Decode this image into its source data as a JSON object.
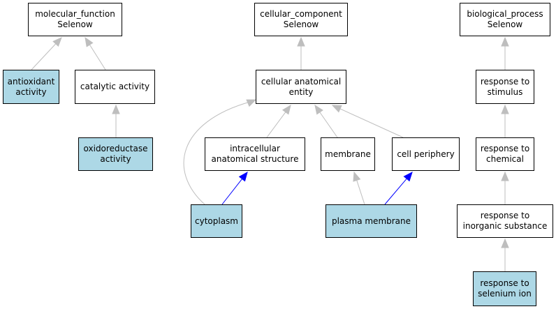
{
  "colors": {
    "highlight": "#add8e6",
    "edge_gray": "#bebebe",
    "edge_blue": "#0000ff"
  },
  "nodes": {
    "mf": {
      "label": "molecular_function\nSelenow",
      "highlight": false
    },
    "antiox": {
      "label": "antioxidant\nactivity",
      "highlight": true
    },
    "catalytic": {
      "label": "catalytic activity",
      "highlight": false
    },
    "oxidored": {
      "label": "oxidoreductase\nactivity",
      "highlight": true
    },
    "cc": {
      "label": "cellular_component\nSelenow",
      "highlight": false
    },
    "cae": {
      "label": "cellular anatomical\nentity",
      "highlight": false
    },
    "ias": {
      "label": "intracellular\nanatomical structure",
      "highlight": false
    },
    "membrane": {
      "label": "membrane",
      "highlight": false
    },
    "periphery": {
      "label": "cell periphery",
      "highlight": false
    },
    "cytoplasm": {
      "label": "cytoplasm",
      "highlight": true
    },
    "plasma": {
      "label": "plasma membrane",
      "highlight": true
    },
    "bp": {
      "label": "biological_process\nSelenow",
      "highlight": false
    },
    "stimulus": {
      "label": "response to\nstimulus",
      "highlight": false
    },
    "chemical": {
      "label": "response to\nchemical",
      "highlight": false
    },
    "inorganic": {
      "label": "response to\ninorganic substance",
      "highlight": false
    },
    "selenium": {
      "label": "response to\nselenium ion",
      "highlight": true
    }
  },
  "edges": [
    {
      "from": "antiox",
      "to": "mf",
      "color": "gray"
    },
    {
      "from": "catalytic",
      "to": "mf",
      "color": "gray"
    },
    {
      "from": "oxidored",
      "to": "catalytic",
      "color": "gray"
    },
    {
      "from": "cae",
      "to": "cc",
      "color": "gray"
    },
    {
      "from": "ias",
      "to": "cae",
      "color": "gray"
    },
    {
      "from": "membrane",
      "to": "cae",
      "color": "gray"
    },
    {
      "from": "periphery",
      "to": "cae",
      "color": "gray"
    },
    {
      "from": "cytoplasm",
      "to": "cae",
      "color": "gray"
    },
    {
      "from": "cytoplasm",
      "to": "ias",
      "color": "blue"
    },
    {
      "from": "plasma",
      "to": "membrane",
      "color": "gray"
    },
    {
      "from": "plasma",
      "to": "periphery",
      "color": "blue"
    },
    {
      "from": "stimulus",
      "to": "bp",
      "color": "gray"
    },
    {
      "from": "chemical",
      "to": "stimulus",
      "color": "gray"
    },
    {
      "from": "inorganic",
      "to": "chemical",
      "color": "gray"
    },
    {
      "from": "selenium",
      "to": "inorganic",
      "color": "gray"
    }
  ]
}
